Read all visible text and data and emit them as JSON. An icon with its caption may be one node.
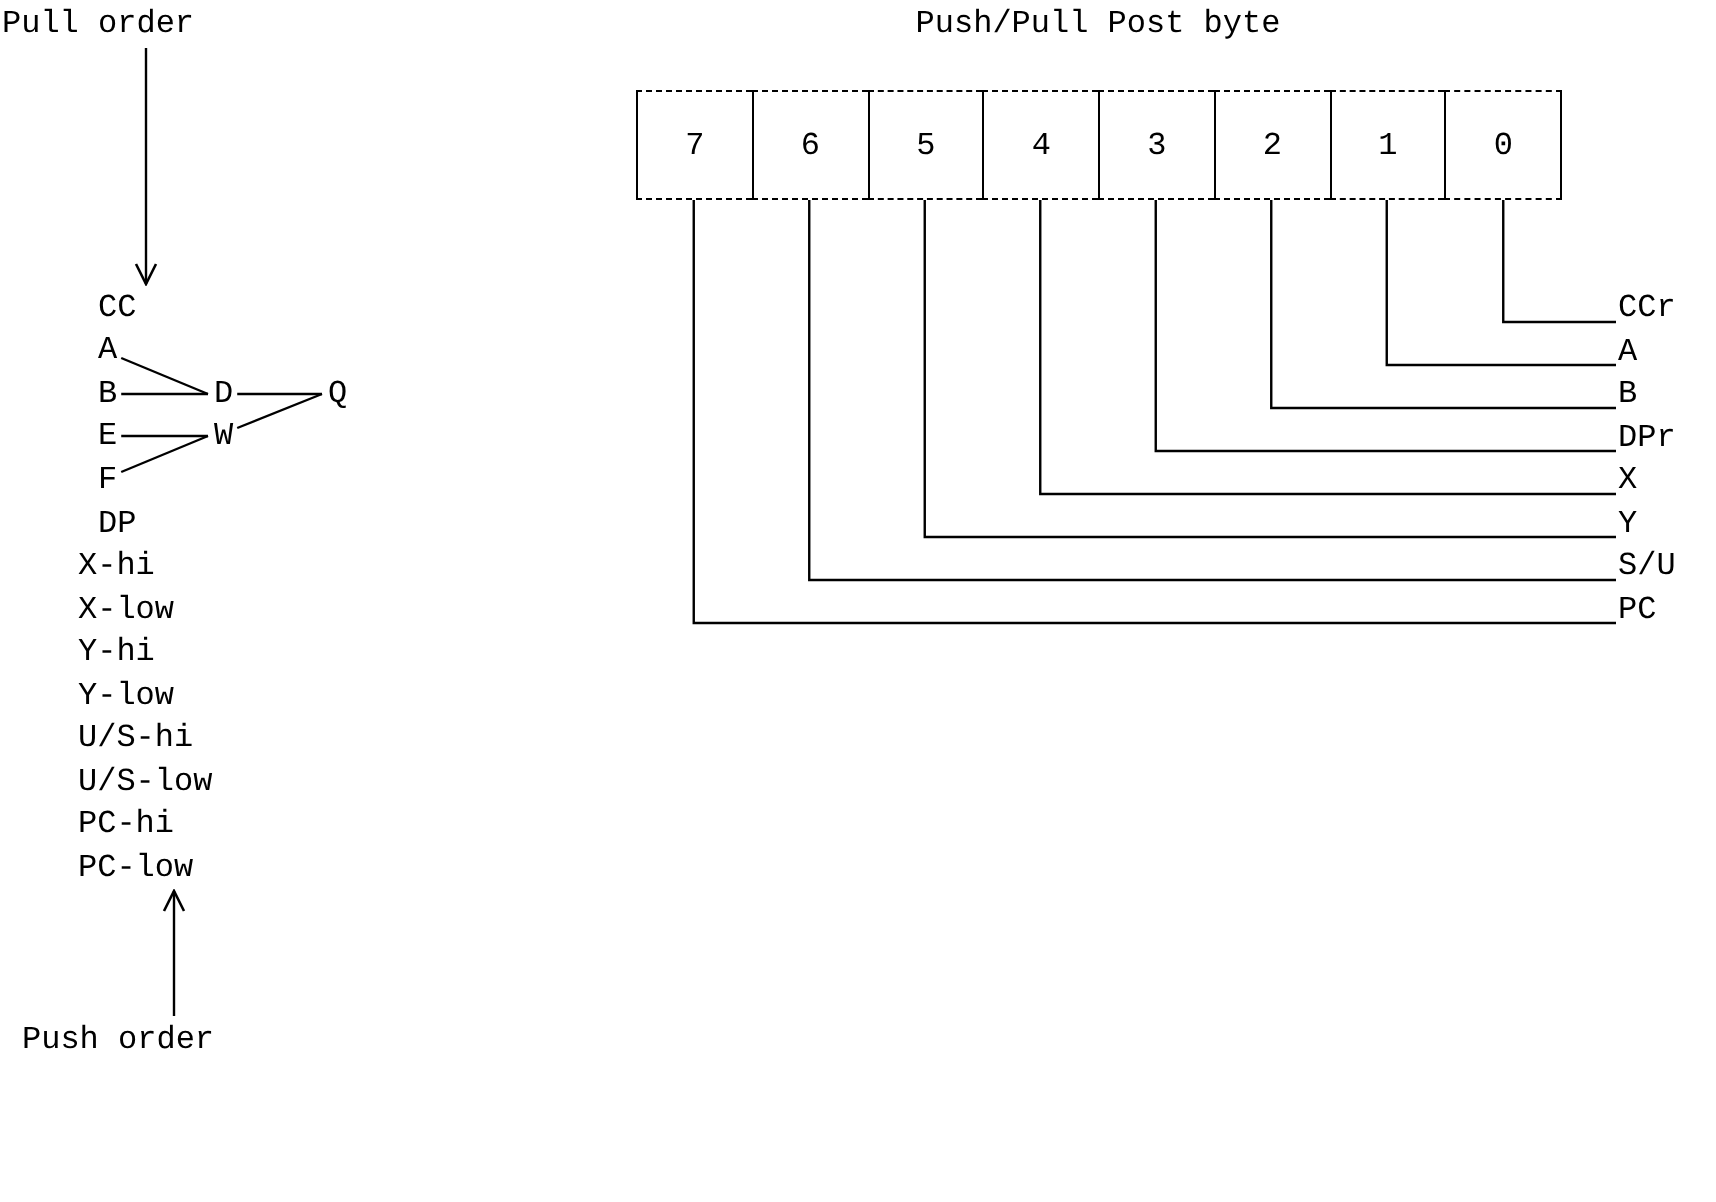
{
  "diagram": {
    "nodes": [
      {
        "text": [
          "Pull order"
        ]
      },
      {
        "text": [
          "CC"
        ]
      },
      {
        "text": [
          "A"
        ]
      },
      {
        "text": [
          "B"
        ]
      },
      {
        "text": [
          "D"
        ]
      },
      {
        "text": [
          "Q"
        ]
      },
      {
        "text": [
          "E"
        ]
      },
      {
        "text": [
          "W"
        ]
      },
      {
        "text": [
          "F"
        ]
      },
      {
        "text": [
          "DP"
        ]
      },
      {
        "text": [
          "X-hi"
        ]
      },
      {
        "text": [
          "X-low"
        ]
      },
      {
        "text": [
          "Y-hi"
        ]
      },
      {
        "text": [
          "Y-low"
        ]
      },
      {
        "text": [
          "U/S-hi"
        ]
      },
      {
        "text": [
          "U/S-low"
        ]
      },
      {
        "text": [
          "PC-hi"
        ]
      },
      {
        "text": [
          "PC-low"
        ]
      },
      {
        "text": [
          "Push order"
        ]
      },
      {
        "text": [
          "Push/Pull Post byte"
        ]
      },
      {
        "text": [
          "7"
        ],
        "in": 19
      },
      {
        "text": [
          "6"
        ],
        "in": 19
      },
      {
        "text": [
          "5"
        ],
        "in": 19
      },
      {
        "text": [
          "4"
        ],
        "in": 19
      },
      {
        "text": [
          "3"
        ],
        "in": 19
      },
      {
        "text": [
          "2"
        ],
        "in": 19
      },
      {
        "text": [
          "1"
        ],
        "in": 19
      },
      {
        "text": [
          "0"
        ],
        "in": 19
      },
      {
        "text": [
          "CCr"
        ]
      },
      {
        "text": [
          "A"
        ]
      },
      {
        "text": [
          "B"
        ]
      },
      {
        "text": [
          "DPr"
        ]
      },
      {
        "text": [
          "X"
        ]
      },
      {
        "text": [
          "Y"
        ]
      },
      {
        "text": [
          "S/U"
        ]
      },
      {
        "text": [
          "PC"
        ]
      }
    ],
    "edges": [
      {
        "from": 0,
        "to": 1,
        "arrow": "to"
      },
      {
        "from": 18,
        "to": 17,
        "arrow": "to"
      },
      {
        "from": 2,
        "to": 4,
        "arrow": "none"
      },
      {
        "from": 3,
        "to": 4,
        "arrow": "none"
      },
      {
        "from": 6,
        "to": 7,
        "arrow": "none"
      },
      {
        "from": 8,
        "to": 7,
        "arrow": "none"
      },
      {
        "from": 4,
        "to": 5,
        "arrow": "none"
      },
      {
        "from": 7,
        "to": 5,
        "arrow": "none"
      },
      {
        "from": 27,
        "to": 28,
        "arrow": "none"
      },
      {
        "from": 26,
        "to": 29,
        "arrow": "none"
      },
      {
        "from": 25,
        "to": 30,
        "arrow": "none"
      },
      {
        "from": 24,
        "to": 31,
        "arrow": "none"
      },
      {
        "from": 23,
        "to": 32,
        "arrow": "none"
      },
      {
        "from": 22,
        "to": 33,
        "arrow": "none"
      },
      {
        "from": 21,
        "to": 34,
        "arrow": "none"
      },
      {
        "from": 20,
        "to": 35,
        "arrow": "none"
      }
    ]
  }
}
